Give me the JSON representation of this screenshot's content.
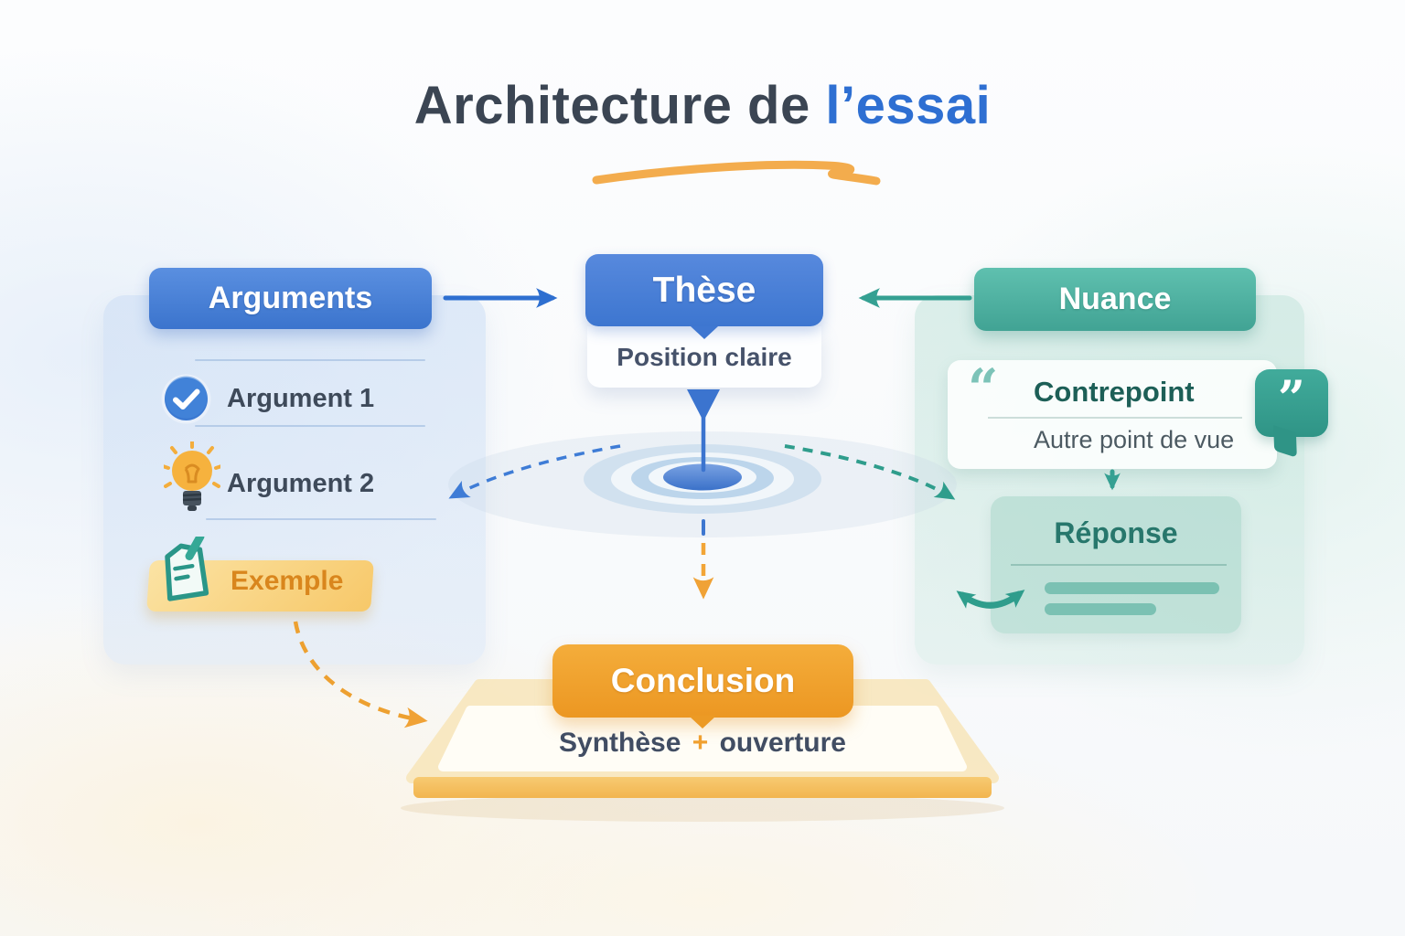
{
  "title": {
    "prefix": "Architecture de ",
    "accent": "l’essai"
  },
  "arguments": {
    "header": "Arguments",
    "items": [
      {
        "icon": "check-circle-icon",
        "label": "Argument 1"
      },
      {
        "icon": "lightbulb-icon",
        "label": "Argument 2"
      }
    ],
    "example": {
      "icon": "note-pencil-icon",
      "label": "Exemple"
    }
  },
  "thesis": {
    "title": "Thèse",
    "subtitle": "Position claire"
  },
  "nuance": {
    "header": "Nuance",
    "counterpoint": {
      "open_quote": "“",
      "title": "Contrepoint",
      "subtitle": "Autre point de vue",
      "bubble_quote": "”"
    },
    "response": {
      "title": "Réponse"
    }
  },
  "conclusion": {
    "title": "Conclusion",
    "subtitle_prefix": "Synthèse",
    "subtitle_plus": "+",
    "subtitle_suffix": "ouverture"
  },
  "colors": {
    "blue": "#3d76d0",
    "teal": "#3aa192",
    "orange": "#f0a236",
    "title_dark": "#3b4553",
    "title_accent": "#2e6fd2"
  }
}
